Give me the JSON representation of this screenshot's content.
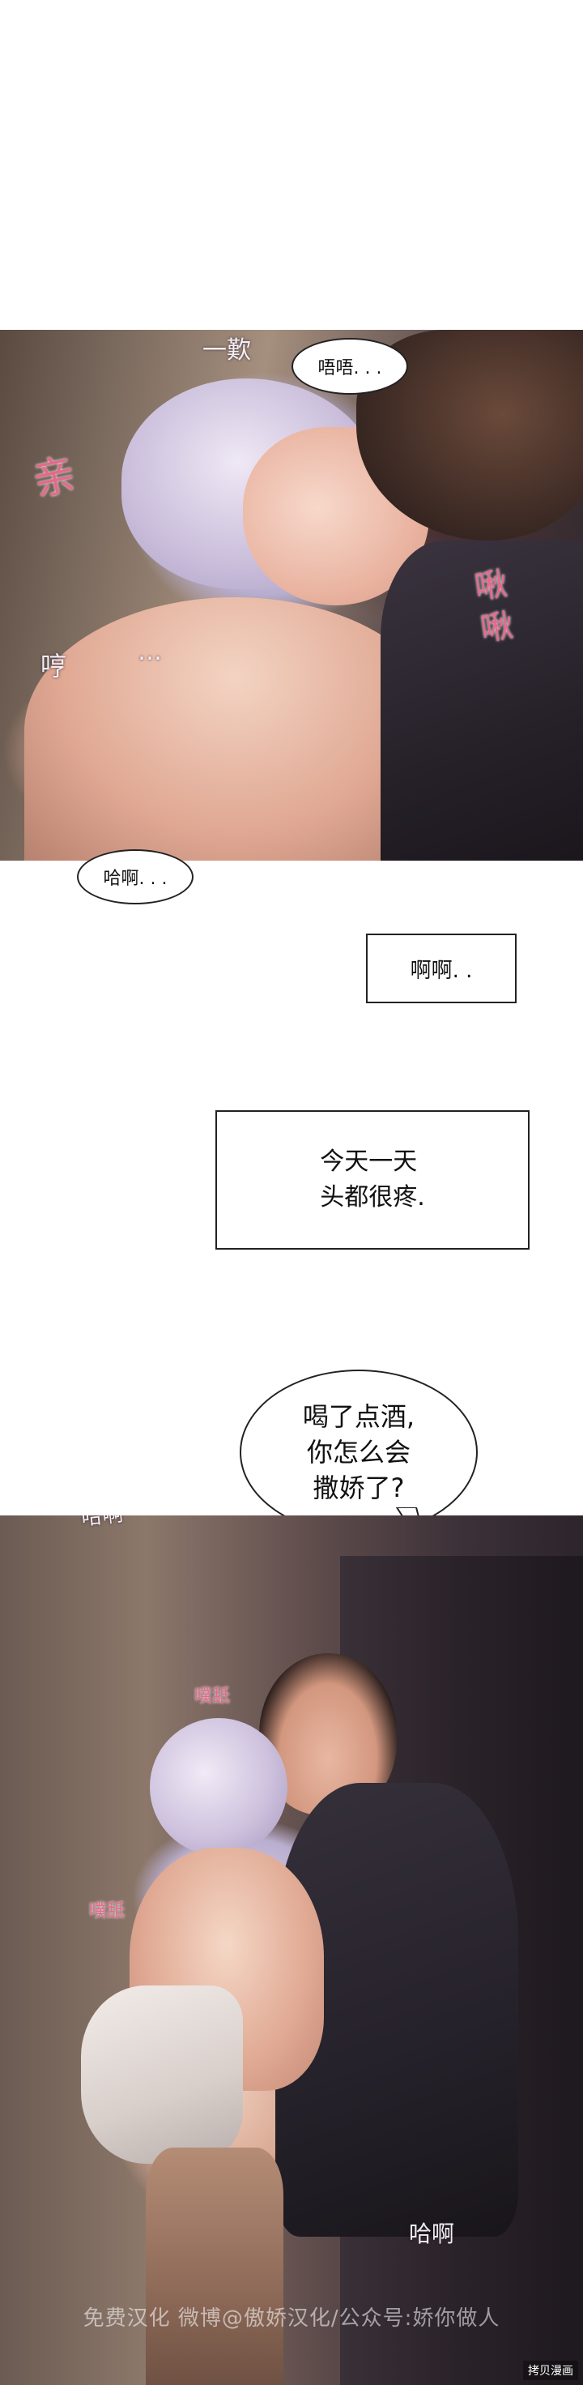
{
  "panel1": {
    "bubble_moan": "唔唔. . .",
    "sfx_top": "一歎",
    "sfx_kiss": "亲",
    "sfx_suck": "啾\n啾",
    "sfx_whimper": "哼",
    "sfx_dots": "…"
  },
  "gap": {
    "bubble_pant": "哈啊. . .",
    "box_ah": "啊啊. .",
    "box_headache": "今天一天\n头都很疼.",
    "bubble_question": "喝了点酒,\n你怎么会\n撒娇了?"
  },
  "panel2": {
    "sfx_pant_top": "哈啊",
    "sfx_throb_top": "噗舐",
    "sfx_throb_left": "噗舐",
    "sfx_pant_bottom": "哈啊",
    "watermark": "免费汉化 微博@傲娇汉化/公众号:娇你做人",
    "corner_tag": "拷贝漫画"
  },
  "colors": {
    "sfx_pink": "#e46a8c",
    "sfx_light": "#f3eef6",
    "bubble_border": "#222222"
  }
}
